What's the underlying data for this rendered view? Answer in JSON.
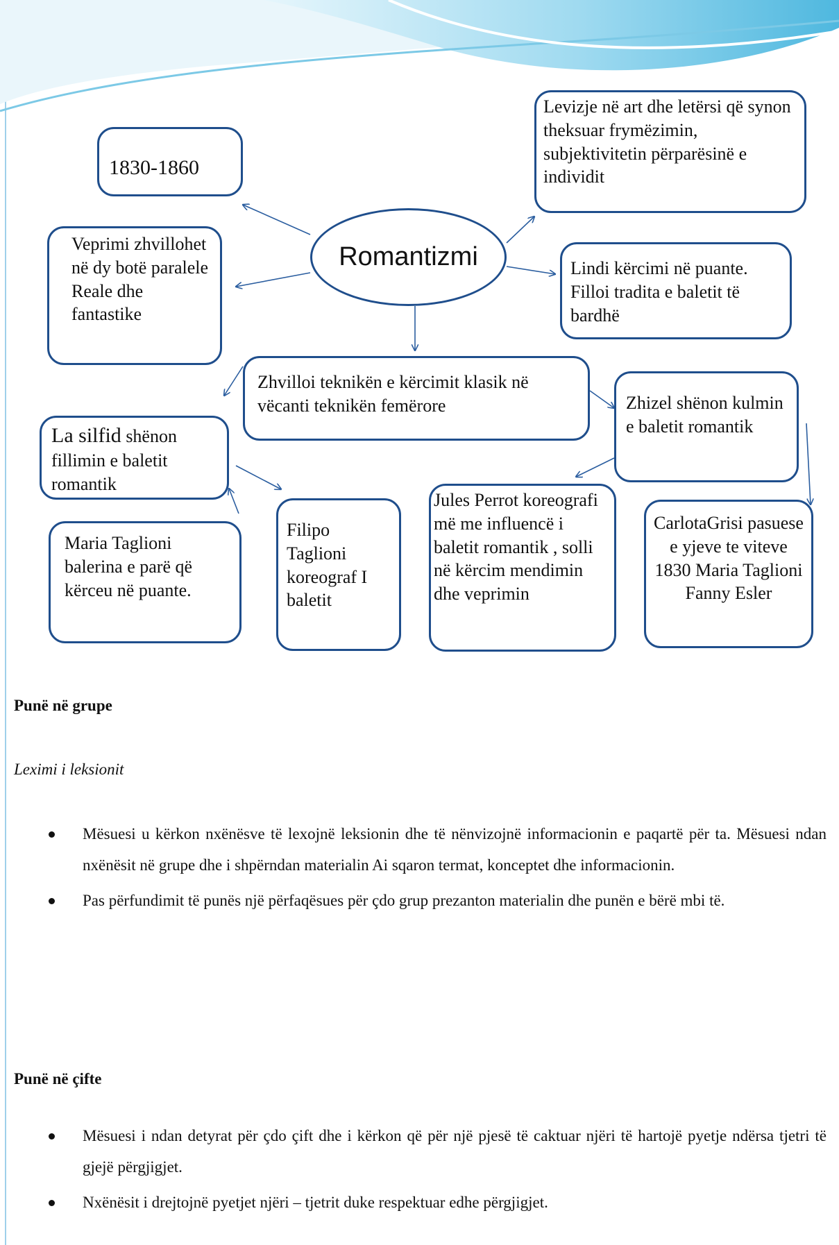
{
  "diagram": {
    "center": "Romantizmi",
    "boxes": {
      "years": "1830-1860",
      "definition": "Levizje në art dhe letërsi që synon theksuar frymëzimin, subjektivitetin përparësinë e individit",
      "worlds": "Veprimi zhvillohet në dy botë paralele Reale dhe fantastike",
      "pointe": "Lindi kërcimi në puante. Filloi tradita e baletit të bardhë",
      "technique": "Zhvilloi teknikën e kërcimit klasik në vëcanti teknikën femërore",
      "silfid_title": "La silfid",
      "silfid_rest": " shënon fillimin e baletit romantik",
      "giselle": "Zhizel shënon kulmin e baletit romantik",
      "maria": "Maria Taglioni balerina e parë që kërceu në puante.",
      "filipo": "Filipo Taglioni koreograf I baletit",
      "perrot": "Jules Perrot koreografi më me influencë i baletit romantik , solli në kërcim mendimin dhe veprimin",
      "grisi": "CarlotaGrisi pasuese e yjeve te viteve 1830 Maria Taglioni Fanny Esler"
    }
  },
  "sections": {
    "group_heading": "Punë në grupe",
    "reading_heading": "Leximi i leksionit",
    "group_bullets": [
      "Mësuesi u kërkon nxënësve të lexojnë leksionin dhe të nënvizojnë informacionin e paqartë për ta. Mësuesi ndan nxënësit në grupe dhe i shpërndan materialin  Ai sqaron termat, konceptet dhe informacionin.",
      "Pas përfundimit të punës një përfaqësues për çdo grup prezanton materialin dhe punën e bërë mbi të."
    ],
    "pairs_heading": "Punë në çifte",
    "pairs_bullets": [
      "Mësuesi i ndan detyrat për çdo çift dhe i kërkon që për një pjesë të caktuar njëri të hartojë pyetje ndërsa tjetri të gjejë përgjigjet.",
      "Nxënësit i drejtojnë pyetjet njëri – tjetrit duke respektuar edhe përgjigjet."
    ]
  },
  "colors": {
    "box_border": "#1f4e8c",
    "arrow": "#2a5d9f",
    "wave": "#8fd3ea"
  }
}
